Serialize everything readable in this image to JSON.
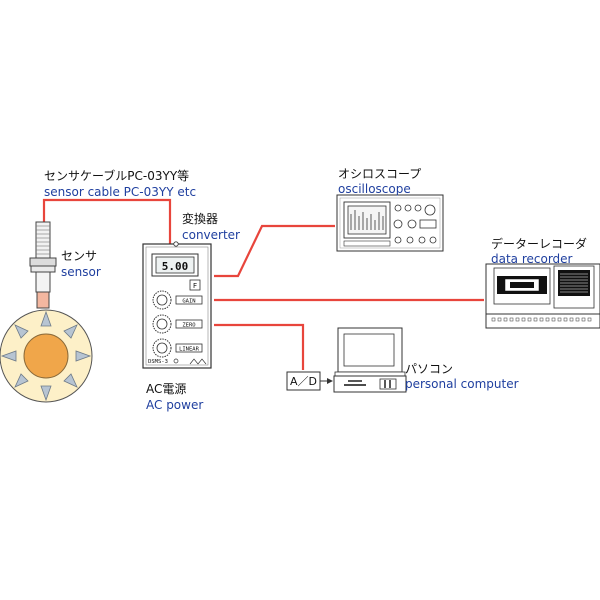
{
  "sensor_cable": {
    "jp": "センサケーブルPC-03YY等",
    "en": "sensor cable PC-03YY etc"
  },
  "sensor": {
    "jp": "センサ",
    "en": "sensor"
  },
  "converter": {
    "jp": "変換器",
    "en": "converter",
    "display": "5.00",
    "knob_labels": [
      "GAIN",
      "ZERO",
      "LINEAR"
    ],
    "model": "DSMS-3",
    "f_label": "F"
  },
  "ac_power": {
    "jp": "AC電源",
    "en": "AC power"
  },
  "oscilloscope": {
    "jp": "オシロスコープ",
    "en": "oscilloscope"
  },
  "data_recorder": {
    "jp": "データーレコーダ",
    "en": "data recorder"
  },
  "ad": {
    "label": "A／D"
  },
  "pc": {
    "jp": "パソコン",
    "en": "personal computer"
  },
  "colors": {
    "wire": "#e8453c",
    "label_en": "#1f3f9f",
    "sun_core": "#f0a64a",
    "sun_bg": "#fdf0c8"
  }
}
